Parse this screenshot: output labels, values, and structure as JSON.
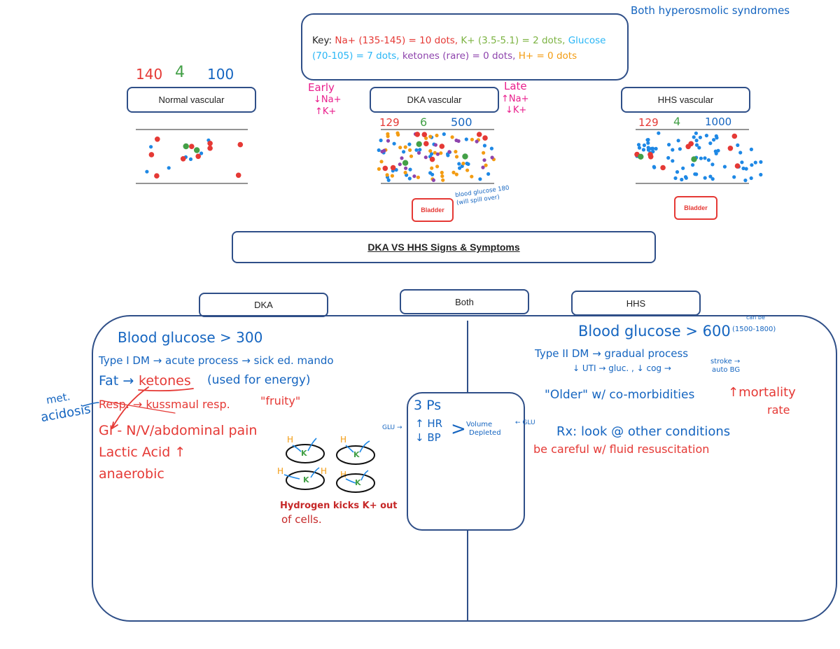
{
  "header_note": "Both hyperosmolic syndromes",
  "key": {
    "prefix": "Key: ",
    "na": "Na+ (135-145) = 10 dots,",
    "k": "K+ (3.5-5.1) = 2 dots,",
    "glucose_a": "Glucose",
    "glucose_b": "(70-105) = 7 dots,",
    "ketones": "ketones (rare) = 0 dots,",
    "h": "H+ = 0 dots"
  },
  "normal": {
    "label": "Normal vascular",
    "na_value": "140",
    "k_value": "4",
    "glucose_value": "100"
  },
  "dka_vascular": {
    "label": "DKA vascular",
    "na_value": "129",
    "k_value": "6",
    "glucose_value": "500",
    "early_title": "Early",
    "early_na": "↓Na+",
    "early_k": "↑K+",
    "late_title": "Late",
    "late_na": "↑Na+",
    "late_k": "↓K+",
    "bladder": "Bladder",
    "bladder_note_1": "blood glucose 180",
    "bladder_note_2": "(will spill over)"
  },
  "hhs_vascular": {
    "label": "HHS vascular",
    "na_value": "129",
    "k_value": "4",
    "glucose_value": "1000",
    "bladder": "Bladder"
  },
  "section_title": "DKA VS HHS Signs & Symptoms",
  "columns": {
    "dka": "DKA",
    "both": "Both",
    "hhs": "HHS"
  },
  "dka_notes": {
    "glucose": "Blood glucose > 300",
    "type": "Type I DM → acute process → sick ed. mando",
    "fat": "Fat →",
    "ketones": "ketones",
    "energy": "(used for energy)",
    "met": "met.",
    "acidosis": "acidosis",
    "resp": "Resp. → kussmaul resp.",
    "fruity": "\"fruity\"",
    "gi": "GI - N/V/abdominal pain",
    "lactic": "Lactic Acid ↑",
    "anaerobic": "anaerobic",
    "h_label": "H",
    "k_label": "K",
    "hydrogen_1": "Hydrogen kicks K+ out",
    "hydrogen_2": "of cells."
  },
  "both_notes": {
    "title": "3 Ps",
    "hr": "↑ HR",
    "bp": "↓ BP",
    "volume_1": "Volume",
    "volume_2": "Depleted",
    "glu_left": "GLU →",
    "glu_right": "← GLU"
  },
  "hhs_notes": {
    "glucose": "Blood glucose > 600",
    "range": "(1500-1800)",
    "range_note": "can be",
    "type": "Type II DM → gradual process",
    "uti": "↓ UTI → gluc. , ↓ cog →",
    "stroke_1": "stroke →",
    "stroke_2": "auto BG",
    "older": "\"Older\" w/ co-morbidities",
    "mortality_1": "↑mortality",
    "mortality_2": "rate",
    "rx": "Rx: look @ other conditions",
    "careful": "be careful w/ fluid resuscitation"
  },
  "colors": {
    "na": "#e53935",
    "k": "#43a047",
    "glucose": "#1e88e5",
    "ketones": "#8e44ad",
    "h": "#f39c12",
    "outline": "#2f4f88"
  },
  "dot_counts": {
    "normal": {
      "na": 10,
      "glucose": 7,
      "k": 2
    },
    "dka": {
      "na": 9,
      "glucose": 35,
      "k": 3,
      "ketones": 20,
      "h": 40
    },
    "hhs": {
      "na": 9,
      "glucose": 70,
      "k": 2
    }
  }
}
